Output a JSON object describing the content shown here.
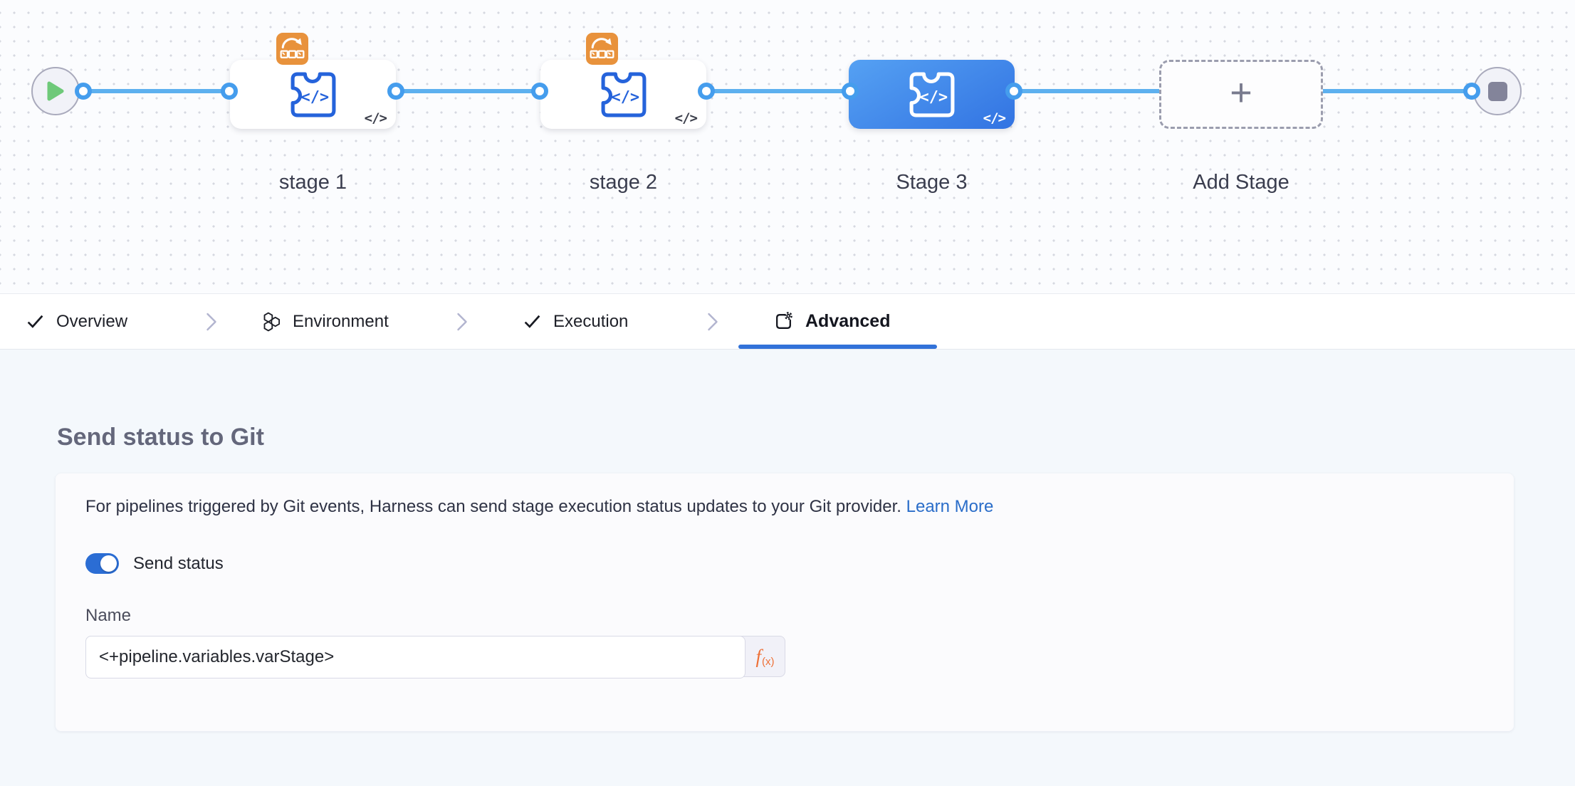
{
  "canvas": {
    "stages": [
      {
        "label": "stage 1",
        "selected": false,
        "strategy_badge": "rolling"
      },
      {
        "label": "stage 2",
        "selected": false,
        "strategy_badge": "rolling"
      },
      {
        "label": "Stage 3",
        "selected": true,
        "strategy_badge": null
      }
    ],
    "add_stage_label": "Add Stage",
    "add_icon": "+",
    "code_glyph": "</>"
  },
  "tabs": {
    "items": [
      {
        "label": "Overview",
        "icon": "check-icon",
        "active": false
      },
      {
        "label": "Environment",
        "icon": "environment-hex-icon",
        "active": false
      },
      {
        "label": "Execution",
        "icon": "check-icon",
        "active": false
      },
      {
        "label": "Advanced",
        "icon": "advanced-gear-icon",
        "active": true
      }
    ]
  },
  "panel": {
    "heading": "Send status to Git",
    "description": "For pipelines triggered by Git events, Harness can send stage execution status updates to your Git provider.",
    "learn_more_label": "Learn More",
    "toggle_label": "Send status",
    "toggle_on": true,
    "name_label": "Name",
    "name_value": "<+pipeline.variables.varStage>",
    "expression_f": "f",
    "expression_sub": "(x)"
  },
  "colors": {
    "connector_line": "#5db0ef",
    "connector_ring": "#459ded",
    "selected_stage_start": "#55a1f3",
    "selected_stage_end": "#3273e2",
    "stage_icon_blue": "#2563db",
    "badge_orange": "#e8923c",
    "tab_underline": "#3272d9",
    "link_blue": "#2a6dc9",
    "toggle_blue": "#2b6dd4",
    "expression_orange": "#ee7036",
    "play_green": "#6ec979",
    "panel_background": "#f4f8fc"
  }
}
